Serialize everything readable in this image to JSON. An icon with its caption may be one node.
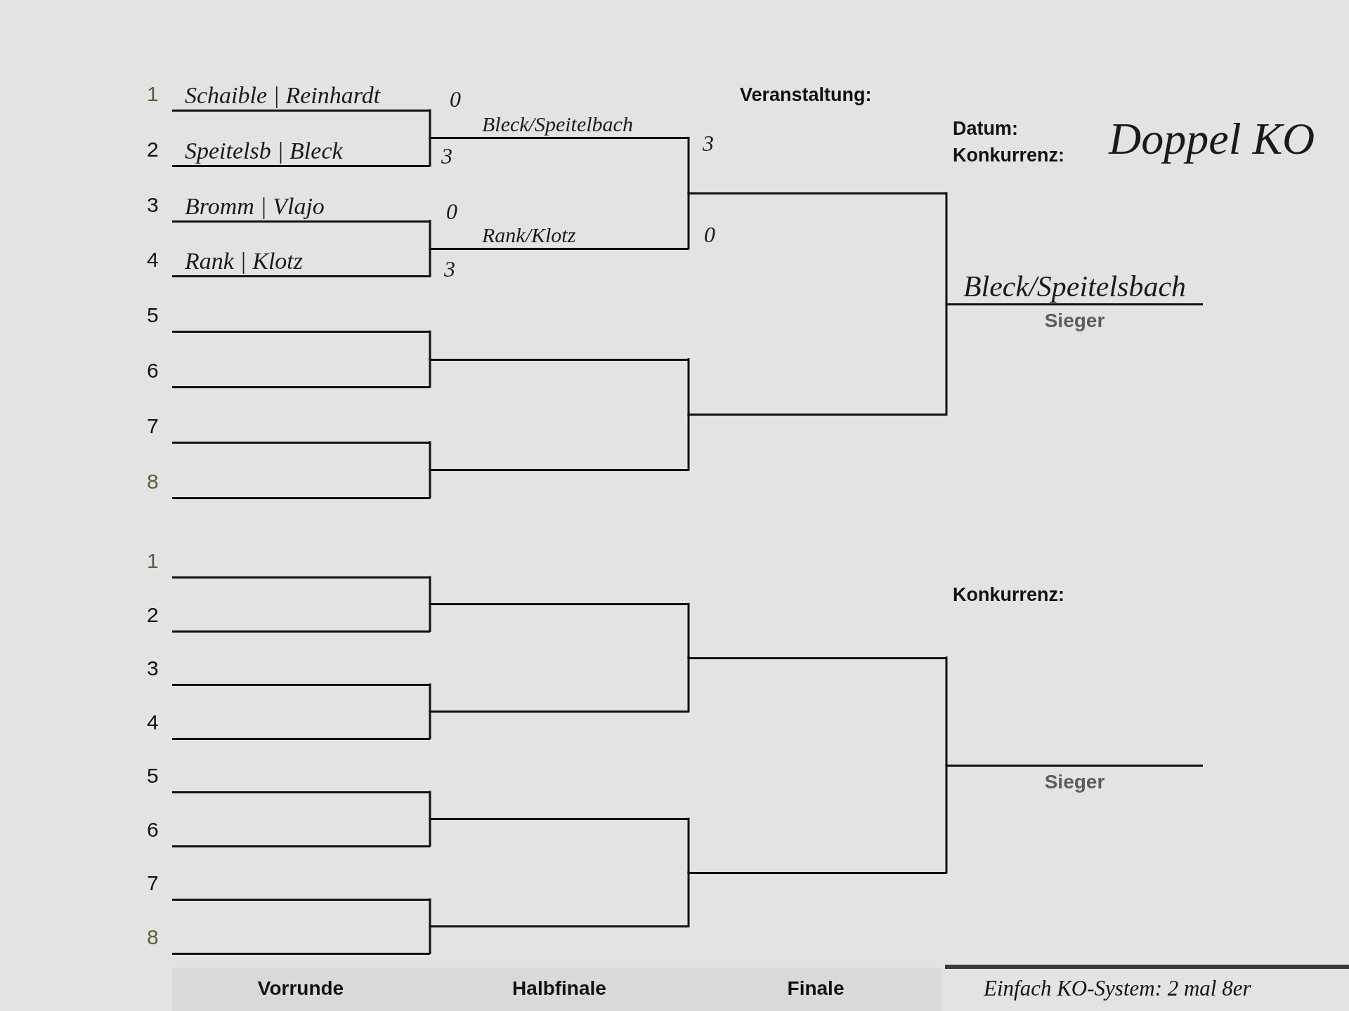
{
  "diagram": {
    "nodes": [
      {
        "text": [
          "1",
          "Schaible | Reinhardt"
        ],
        "beside": [
          "0"
        ]
      },
      {
        "text": [
          "2",
          "Speitelsb | Bleck"
        ],
        "beside": [
          "3"
        ]
      },
      {
        "text": [
          "3",
          "Bromm | Vlajo"
        ],
        "beside": [
          "0"
        ]
      },
      {
        "text": [
          "4",
          "Rank | Klotz"
        ],
        "beside": [
          "3"
        ]
      },
      {
        "text": [
          "5"
        ]
      },
      {
        "text": [
          "6"
        ]
      },
      {
        "text": [
          "7"
        ]
      },
      {
        "text": [
          "8"
        ]
      },
      {
        "text": [
          "Bleck/Speitelbach"
        ],
        "beside": [
          "3"
        ]
      },
      {
        "text": [
          "Rank/Klotz"
        ],
        "beside": [
          "0"
        ]
      },
      {
        "text": [],
        "shape": "line"
      },
      {
        "text": [],
        "shape": "line"
      },
      {
        "text": [],
        "shape": "line"
      },
      {
        "text": [],
        "shape": "line"
      },
      {
        "text": [
          "Bleck/Speitelsbach"
        ],
        "beside": [
          "Sieger"
        ]
      },
      {
        "text": [
          "1"
        ]
      },
      {
        "text": [
          "2"
        ]
      },
      {
        "text": [
          "3"
        ]
      },
      {
        "text": [
          "4"
        ]
      },
      {
        "text": [
          "5"
        ]
      },
      {
        "text": [
          "6"
        ]
      },
      {
        "text": [
          "7"
        ]
      },
      {
        "text": [
          "8"
        ]
      },
      {
        "text": [],
        "shape": "line"
      },
      {
        "text": [],
        "shape": "line"
      },
      {
        "text": [],
        "shape": "line"
      },
      {
        "text": [],
        "shape": "line"
      },
      {
        "text": [],
        "shape": "line"
      },
      {
        "text": [],
        "shape": "line"
      },
      {
        "text": [],
        "shape": "line",
        "beside": [
          "Sieger"
        ]
      }
    ],
    "edges": [
      {
        "from": 0,
        "to": 8,
        "arrow": "none"
      },
      {
        "from": 1,
        "to": 8,
        "arrow": "none"
      },
      {
        "from": 2,
        "to": 9,
        "arrow": "none"
      },
      {
        "from": 3,
        "to": 9,
        "arrow": "none"
      },
      {
        "from": 4,
        "to": 10,
        "arrow": "none"
      },
      {
        "from": 5,
        "to": 10,
        "arrow": "none"
      },
      {
        "from": 6,
        "to": 11,
        "arrow": "none"
      },
      {
        "from": 7,
        "to": 11,
        "arrow": "none"
      },
      {
        "from": 8,
        "to": 12,
        "arrow": "none"
      },
      {
        "from": 9,
        "to": 12,
        "arrow": "none"
      },
      {
        "from": 10,
        "to": 13,
        "arrow": "none"
      },
      {
        "from": 11,
        "to": 13,
        "arrow": "none"
      },
      {
        "from": 12,
        "to": 14,
        "arrow": "none"
      },
      {
        "from": 13,
        "to": 14,
        "arrow": "none"
      },
      {
        "from": 15,
        "to": 23,
        "arrow": "none"
      },
      {
        "from": 16,
        "to": 23,
        "arrow": "none"
      },
      {
        "from": 17,
        "to": 24,
        "arrow": "none"
      },
      {
        "from": 18,
        "to": 24,
        "arrow": "none"
      },
      {
        "from": 19,
        "to": 25,
        "arrow": "none"
      },
      {
        "from": 20,
        "to": 25,
        "arrow": "none"
      },
      {
        "from": 21,
        "to": 26,
        "arrow": "none"
      },
      {
        "from": 22,
        "to": 26,
        "arrow": "none"
      },
      {
        "from": 23,
        "to": 27,
        "arrow": "none"
      },
      {
        "from": 24,
        "to": 27,
        "arrow": "none"
      },
      {
        "from": 25,
        "to": 28,
        "arrow": "none"
      },
      {
        "from": 26,
        "to": 28,
        "arrow": "none"
      },
      {
        "from": 27,
        "to": 29,
        "arrow": "none"
      },
      {
        "from": 28,
        "to": 29,
        "arrow": "none"
      }
    ],
    "labels": [
      "Veranstaltung:",
      "Datum:",
      "Konkurrenz:",
      "Doppel KO",
      "Konkurrenz:",
      "Vorrunde",
      "Halbfinale",
      "Finale",
      "Einfach KO-System: 2 mal 8er"
    ]
  }
}
